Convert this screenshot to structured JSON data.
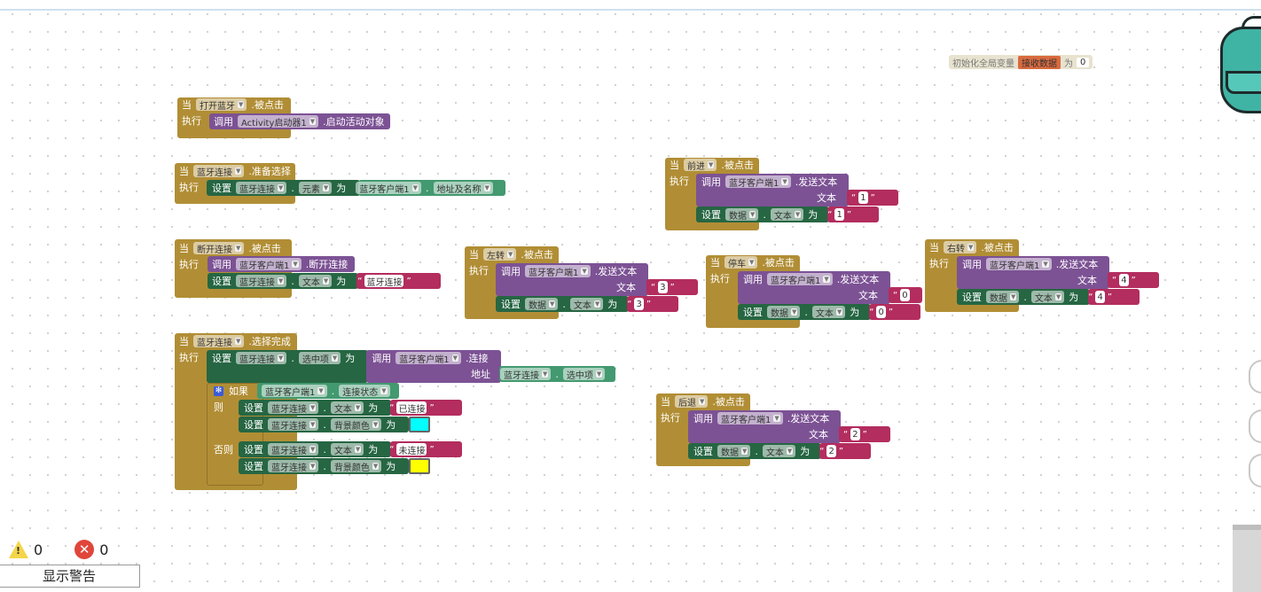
{
  "warnings": {
    "warn_count": "0",
    "error_count": "0",
    "show_warnings": "显示警告"
  },
  "global_var": {
    "label": "初始化全局变量",
    "name": "接收数据",
    "as": "为",
    "value": "0"
  },
  "kw": {
    "when": "当",
    "do": "执行",
    "call": "调用",
    "set": "设置",
    "as": "为",
    "dot": ".",
    "text": "文本",
    "if": "如果",
    "then": "则",
    "else": "否则",
    "address": "地址"
  },
  "b1": {
    "comp": "打开蓝牙",
    "event": ".被点击",
    "target": "Activity启动器1",
    "method": ".启动活动对象"
  },
  "b2": {
    "comp": "蓝牙连接",
    "event": ".准备选择",
    "set_comp": "蓝牙连接",
    "prop": "元素",
    "get_comp": "蓝牙客户端1",
    "get_prop": "地址及名称"
  },
  "b3": {
    "comp": "断开连接",
    "event": ".被点击",
    "call_comp": "蓝牙客户端1",
    "method": ".断开连接",
    "set_comp": "蓝牙连接",
    "prop": "文本",
    "str": "蓝牙连接"
  },
  "b4": {
    "comp": "蓝牙连接",
    "event": ".选择完成",
    "set_comp": "蓝牙连接",
    "prop": "选中项",
    "call_comp": "蓝牙客户端1",
    "method": ".连接",
    "addr_comp": "蓝牙连接",
    "addr_prop": "选中项",
    "if_comp": "蓝牙客户端1",
    "if_prop": "连接状态",
    "then1_comp": "蓝牙连接",
    "then1_prop": "文本",
    "then1_str": "已连接",
    "then2_comp": "蓝牙连接",
    "then2_prop": "背景颜色",
    "then2_color": "#00ffff",
    "else1_comp": "蓝牙连接",
    "else1_prop": "文本",
    "else1_str": "未连接",
    "else2_comp": "蓝牙连接",
    "else2_prop": "背景颜色",
    "else2_color": "#ffff00"
  },
  "b5": {
    "comp": "前进",
    "event": ".被点击",
    "call_comp": "蓝牙客户端1",
    "method": ".发送文本",
    "str": "1",
    "set_comp": "数据",
    "prop": "文本",
    "set_str": "1"
  },
  "b6": {
    "comp": "左转",
    "event": ".被点击",
    "call_comp": "蓝牙客户端1",
    "method": ".发送文本",
    "str": "3",
    "set_comp": "数据",
    "prop": "文本",
    "set_str": "3"
  },
  "b7": {
    "comp": "停车",
    "event": ".被点击",
    "call_comp": "蓝牙客户端1",
    "method": ".发送文本",
    "str": "0",
    "set_comp": "数据",
    "prop": "文本",
    "set_str": "0"
  },
  "b8": {
    "comp": "右转",
    "event": ".被点击",
    "call_comp": "蓝牙客户端1",
    "method": ".发送文本",
    "str": "4",
    "set_comp": "数据",
    "prop": "文本",
    "set_str": "4"
  },
  "b9": {
    "comp": "后退",
    "event": ".被点击",
    "call_comp": "蓝牙客户端1",
    "method": ".发送文本",
    "str": "2",
    "set_comp": "数据",
    "prop": "文本",
    "set_str": "2"
  }
}
